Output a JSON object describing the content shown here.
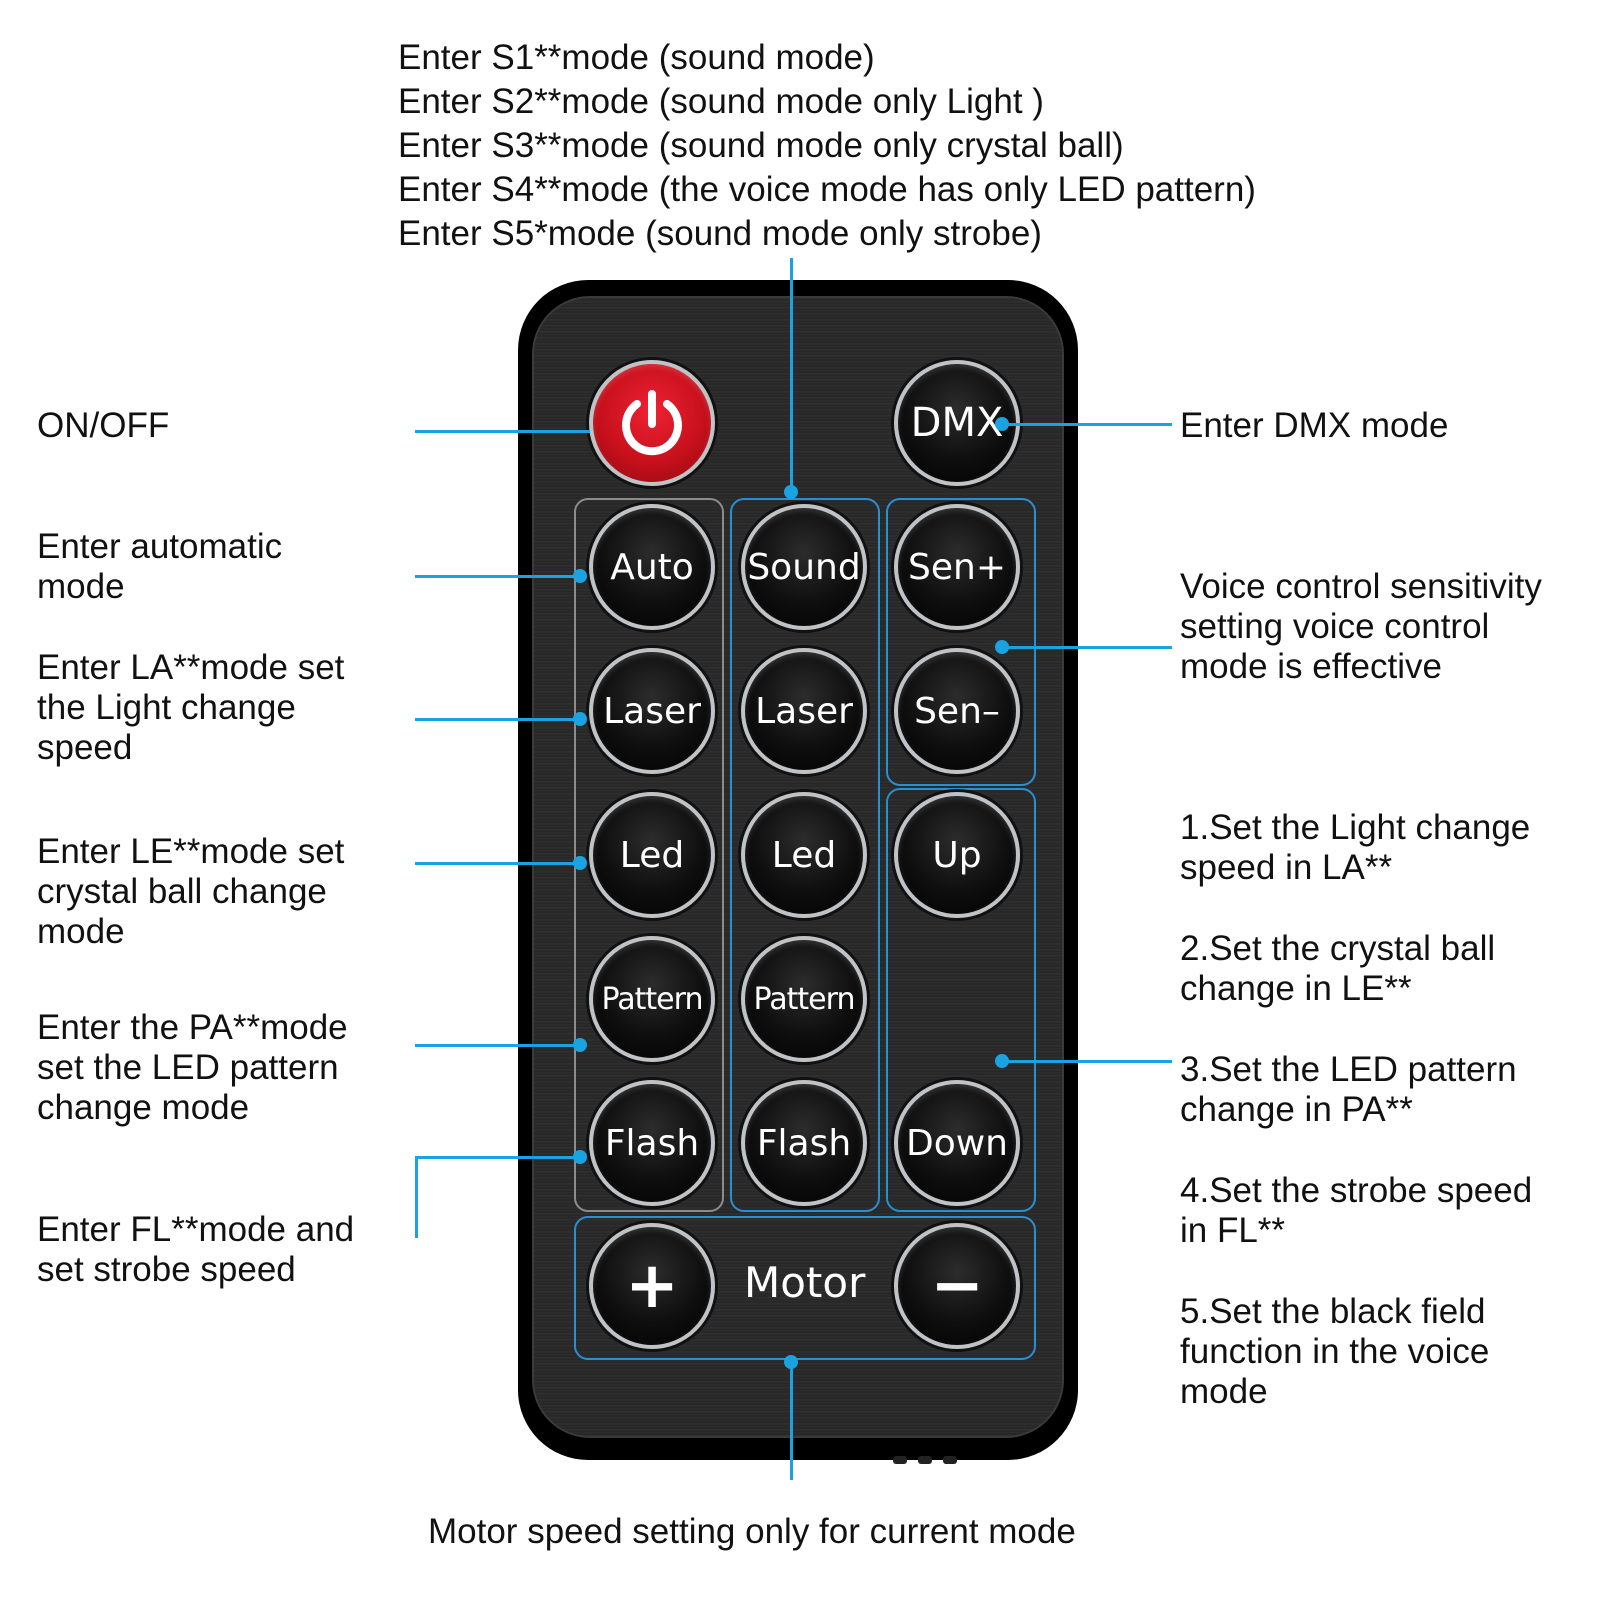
{
  "callouts": {
    "top": "Enter S1**mode (sound mode)\nEnter S2**mode (sound mode only Light )\nEnter S3**mode (sound mode only crystal ball)\nEnter S4**mode (the voice mode has only LED pattern)\nEnter S5*mode (sound mode only strobe)",
    "on_off": "ON/OFF",
    "auto": "Enter automatic\nmode",
    "laser": "Enter LA**mode set\nthe Light change\nspeed",
    "led": "Enter LE**mode set\ncrystal ball change\nmode",
    "pattern": "Enter the PA**mode\nset the LED pattern\nchange mode",
    "flash": "Enter FL**mode and\nset strobe speed",
    "dmx": "Enter DMX mode",
    "sensitivity": "Voice control sensitivity\nsetting voice control\nmode is effective",
    "updown_1": "1.Set the Light change\nspeed in LA**",
    "updown_2": "2.Set the crystal ball\nchange in LE**",
    "updown_3": "3.Set the LED pattern\nchange in PA**",
    "updown_4": "4.Set the strobe speed\nin FL**",
    "updown_5": "5.Set the black field\nfunction in the voice\nmode",
    "motor": "Motor speed setting only for current mode"
  },
  "buttons": {
    "dmx": "DMX",
    "auto": "Auto",
    "sound": "Sound",
    "sen_plus": "Sen+",
    "laser_left": "Laser",
    "laser_mid": "Laser",
    "sen_minus": "Sen–",
    "led_left": "Led",
    "led_mid": "Led",
    "up": "Up",
    "pattern_left": "Pattern",
    "pattern_mid": "Pattern",
    "flash_left": "Flash",
    "flash_mid": "Flash",
    "down": "Down",
    "motor_plus": "+",
    "motor_minus": "−",
    "motor_label": "Motor"
  },
  "icons": {
    "power": "power-icon"
  },
  "colors": {
    "callout_line": "#1aa3e0",
    "power_button": "#d01020",
    "remote_body": "#000000"
  }
}
